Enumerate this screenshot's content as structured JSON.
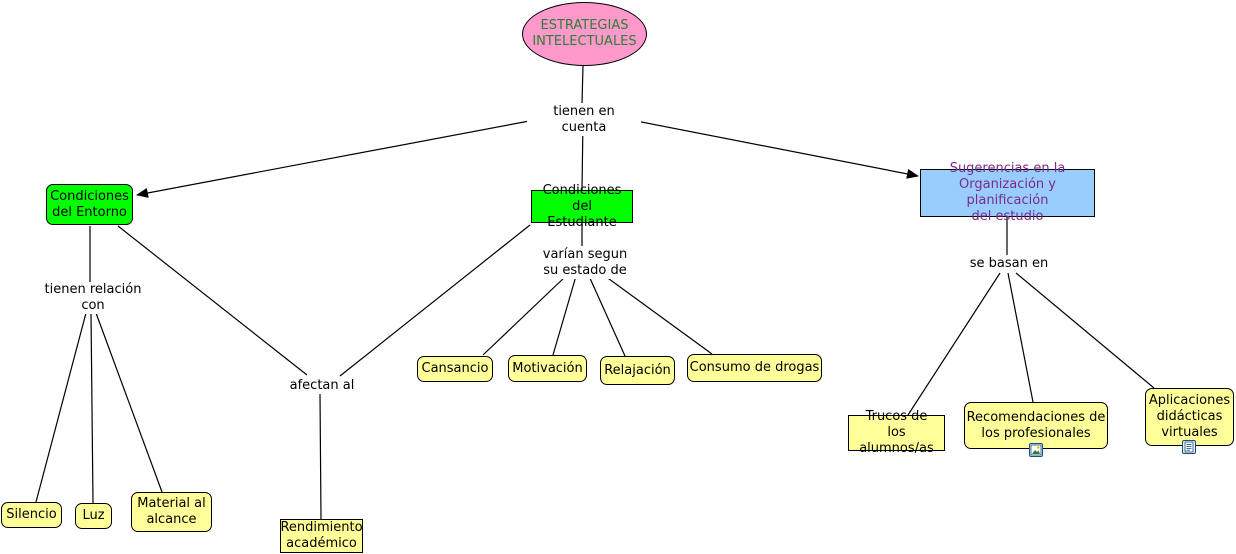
{
  "map": {
    "root": "ESTRATEGIAS\nINTELECTUALES",
    "link_root": "tienen en cuenta",
    "entorno": "Condiciones\ndel Entorno",
    "estudiante": "Condiciones del\nEstudiante",
    "sugerencias": "Sugerencias en la\nOrganización y planificación\ndel estudio",
    "link_entorno": "tienen relación\ncon",
    "link_afectan": "afectan al",
    "link_varian": "varían segun\nsu estado de",
    "link_basan": "se basan en",
    "silencio": "Silencio",
    "luz": "Luz",
    "material": "Material al\nalcance",
    "rendimiento": "Rendimiento\nacadémico",
    "cansancio": "Cansancio",
    "motivacion": "Motivación",
    "relajacion": "Relajación",
    "drogas": "Consumo de drogas",
    "trucos": "Trucos de\nlos alumnos/as",
    "recomendaciones": "Recomendaciones de\nlos profesionales",
    "aplicaciones": "Aplicaciones\ndidácticas\nvirtuales"
  },
  "icons": {
    "recomendaciones": "image-resource-icon",
    "aplicaciones": "document-resource-icon"
  },
  "colors": {
    "root": "#ff99cc",
    "condition": "#00ff00",
    "suggestion": "#99ccff",
    "leaf": "#ffff99"
  }
}
